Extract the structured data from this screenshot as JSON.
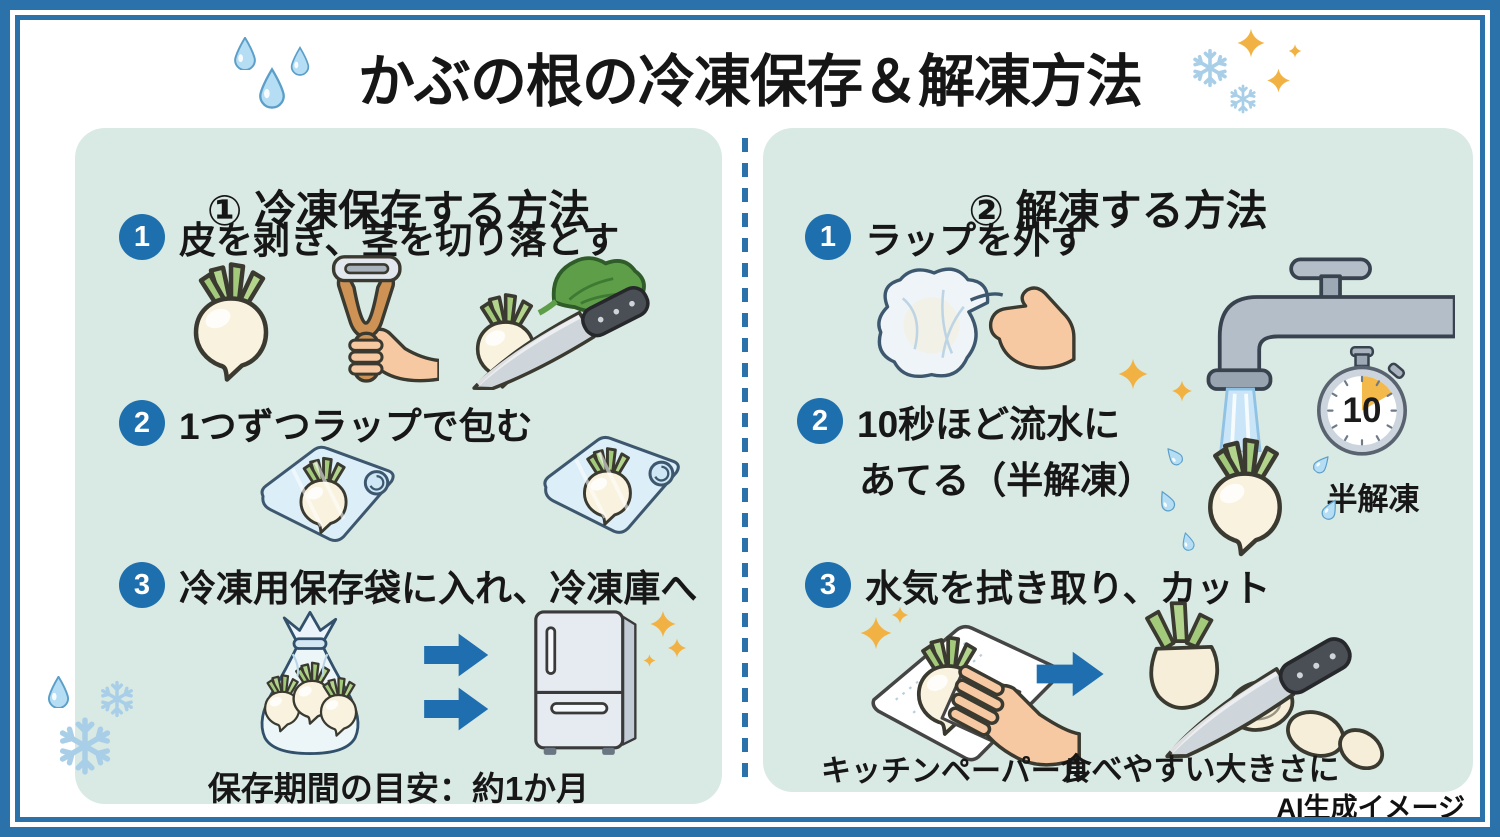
{
  "page": {
    "title": "かぶの根の冷凍保存＆解凍方法",
    "credit": "AI生成イメージ"
  },
  "colors": {
    "accent_blue": "#1e6fad",
    "arrow_blue": "#1e6eb0",
    "border_blue": "#2b72ab",
    "panel_mint": "#d9e9e3",
    "sparkle_orange": "#f2b243",
    "snowflake_blue": "#a9cfe8",
    "drop_blue": "#b5ddf4"
  },
  "freeze_panel": {
    "header": "① 冷凍保存する方法",
    "steps": [
      {
        "num": "1",
        "text": "皮を剥き、茎を切り落とす"
      },
      {
        "num": "2",
        "text": "1つずつラップで包む"
      },
      {
        "num": "3",
        "text": "冷凍用保存袋に入れ、冷凍庫へ"
      }
    ],
    "storage_note": "保存期間の目安：約1か月"
  },
  "thaw_panel": {
    "header": "② 解凍する方法",
    "steps": [
      {
        "num": "1",
        "text": "ラップを外す"
      },
      {
        "num": "2",
        "text_line1": "10秒ほど流水に",
        "text_line2": "あてる（半解凍）",
        "timer_value": "10",
        "timer_caption": "半解凍"
      },
      {
        "num": "3",
        "text": "水気を拭き取り、カット",
        "caption_towel": "キッチンペーパール",
        "caption_cut": "食べやすい大きさに"
      }
    ]
  },
  "icons": {
    "water-drop-icon": "blue teardrop shape",
    "snowflake-icon": "light blue six-arm snowflake",
    "sparkle-icon": "orange four-point star",
    "turnip-icon": "white turnip with green stems",
    "peeler-icon": "hand holding a Y-peeler",
    "knife-cut-stems-icon": "knife cutting leaves off turnip",
    "wrapped-turnip-icon": "turnip wrapped in plastic wrap",
    "freezer-bag-icon": "tied freezer bag with three turnips",
    "arrow-right-icon": "bold blue right arrow",
    "refrigerator-icon": "two-door refrigerator",
    "unwrap-icon": "hand pulling plastic wrap off",
    "faucet-icon": "faucet with running water",
    "stopwatch-icon": "stopwatch with orange sector",
    "turnip-under-water-icon": "turnip rinsed with splashing drops",
    "paper-towel-icon": "hand drying turnip on kitchen paper",
    "knife-slices-icon": "knife cutting turnip into slices"
  }
}
